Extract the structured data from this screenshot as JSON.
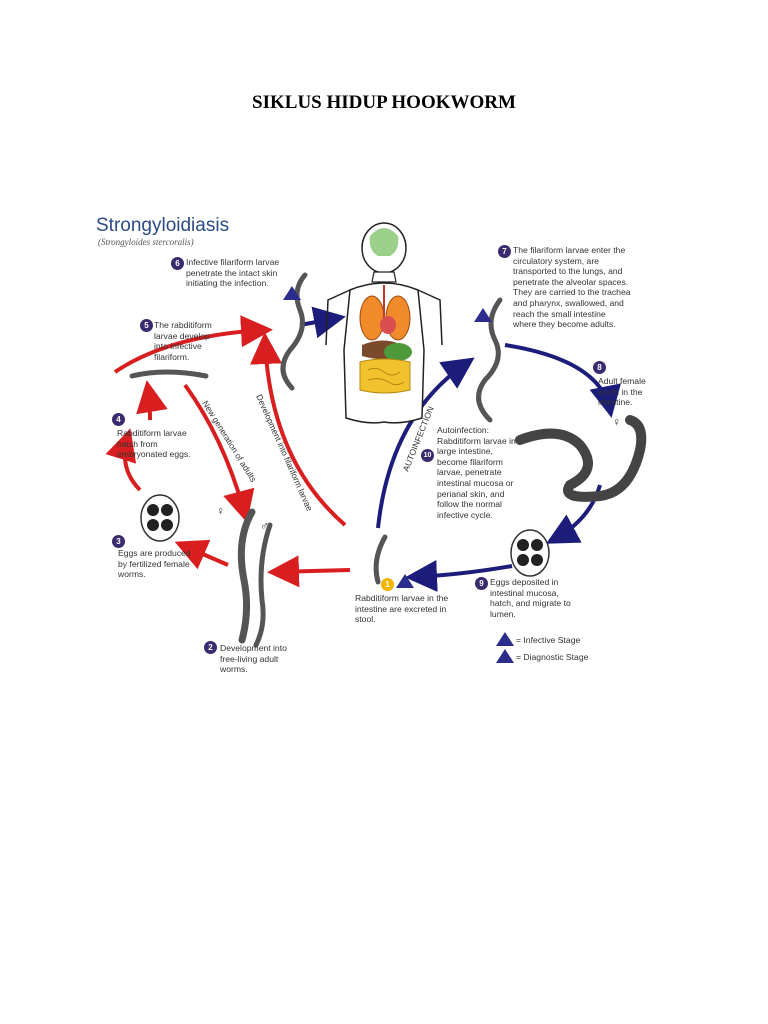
{
  "page": {
    "title": "SIKLUS HIDUP HOOKWORM"
  },
  "diagram": {
    "title": "Strongyloidiasis",
    "subtitle": "(Strongyloides stercoralis)",
    "colors": {
      "red_arrow": "#d81e1e",
      "blue_arrow": "#1c1c7a",
      "number_badge": "#3a2a6e",
      "start_badge": "#f2b400"
    },
    "steps": [
      {
        "n": "1",
        "text": "Rabditiform larvae in the intestine are excreted in stool."
      },
      {
        "n": "2",
        "text": "Development into free-living adult worms."
      },
      {
        "n": "3",
        "text": "Eggs are produced by fertilized female worms."
      },
      {
        "n": "4",
        "text": "Rabditiform larvae hatch from embryonated eggs."
      },
      {
        "n": "5",
        "text": "The rabditiform larvae develop into infective filariform."
      },
      {
        "n": "6",
        "text": "Infective filariform larvae penetrate the intact skin initiating the infection."
      },
      {
        "n": "7",
        "text": "The filariform larvae enter the circulatory system, are transported to the lungs, and penetrate the alveolar spaces. They are carried to the trachea and pharynx, swallowed, and reach the small intestine where they become adults."
      },
      {
        "n": "8",
        "text": "Adult female worm in the intestine."
      },
      {
        "n": "9",
        "text": "Eggs deposited in intestinal mucosa, hatch, and migrate to lumen."
      },
      {
        "n": "10",
        "text": "Autoinfection: Rabditiform larvae in large intestine, become filariform larvae, penetrate intestinal mucosa or perianal skin, and follow the normal infective cycle."
      }
    ],
    "arrow_labels": {
      "new_generation": "New generation of adults",
      "development": "Development into filariform larvae",
      "autoinfection": "AUTOINFECTION"
    },
    "legend": {
      "infective": "= Infective Stage",
      "diagnostic": "= Diagnostic Stage"
    },
    "symbols": {
      "female": "♀",
      "male": "♂"
    }
  }
}
